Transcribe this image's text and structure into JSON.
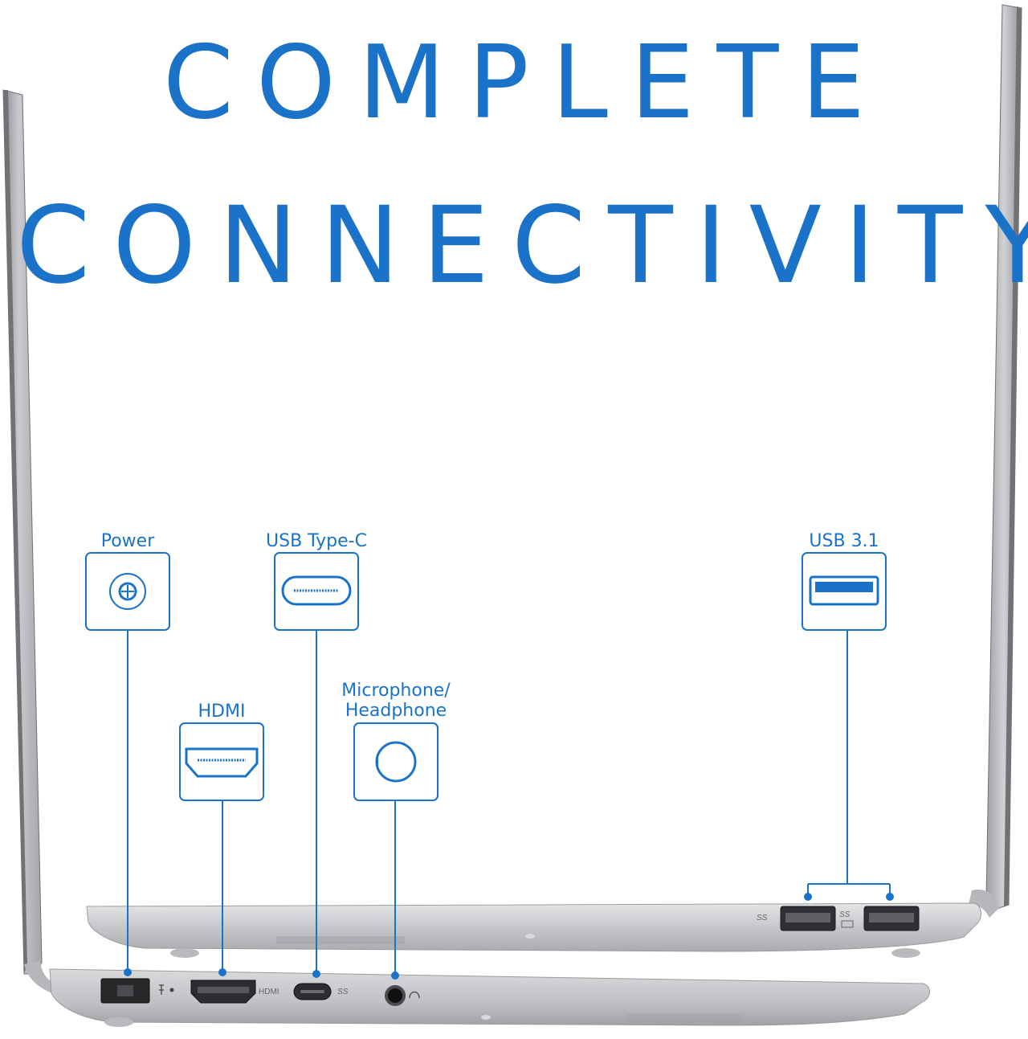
{
  "headline": {
    "line1": "COMPLETE",
    "line2": "CONNECTIVITY"
  },
  "ports": {
    "power": "Power",
    "hdmi": "HDMI",
    "usb_c": "USB Type-C",
    "audio_line1": "Microphone/",
    "audio_line2": "Headphone",
    "usb31": "USB 3.1"
  },
  "laptop_printed": {
    "hdmi": "HDMI",
    "ss_left": "SS",
    "ss_right": "SS"
  },
  "colors": {
    "accent": "#1a73c8",
    "chassis": "#c9cbce"
  }
}
